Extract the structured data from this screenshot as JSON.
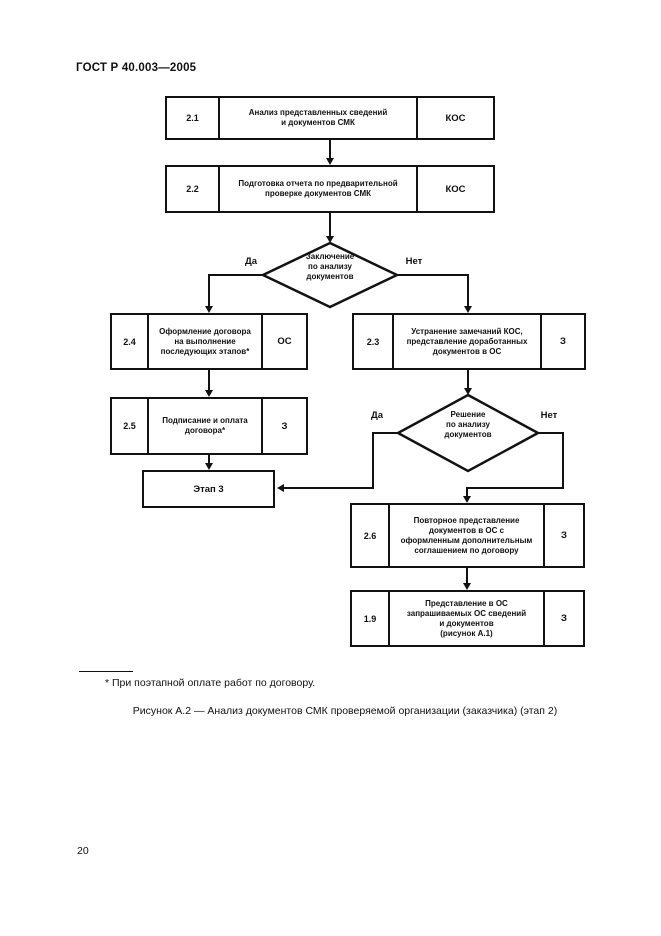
{
  "page": {
    "header": "ГОСТ Р 40.003—2005",
    "page_number": "20",
    "footnote": "* При поэтапной оплате работ по договору.",
    "caption": "Рисунок А.2 — Анализ документов СМК проверяемой организации (заказчика) (этап 2)"
  },
  "flowchart": {
    "box_2_1": {
      "num": "2.1",
      "text": "Анализ представленных сведений\nи документов СМК",
      "actor": "КОС"
    },
    "box_2_2": {
      "num": "2.2",
      "text": "Подготовка отчета по предварительной\nпроверке документов СМК",
      "actor": "КОС"
    },
    "decision_1": {
      "text": "Заключение\nпо анализу\nдокументов",
      "yes_label": "Да",
      "no_label": "Нет"
    },
    "box_2_4": {
      "num": "2.4",
      "text": "Оформление договора\nна выполнение\nпоследующих этапов*",
      "actor": "ОС"
    },
    "box_2_3": {
      "num": "2.3",
      "text": "Устранение замечаний КОС,\nпредставление доработанных\nдокументов в ОС",
      "actor": "З"
    },
    "box_2_5": {
      "num": "2.5",
      "text": "Подписание и оплата\nдоговора*",
      "actor": "З"
    },
    "decision_2": {
      "text": "Решение\nпо анализу\nдокументов",
      "yes_label": "Да",
      "no_label": "Нет"
    },
    "stage_box": {
      "text": "Этап 3"
    },
    "box_2_6": {
      "num": "2.6",
      "text": "Повторное представление\nдокументов в ОС с\nоформленным дополнительным\nсоглашением по договору",
      "actor": "З"
    },
    "box_1_9": {
      "num": "1.9",
      "text": "Представление в ОС\nзапрашиваемых ОС сведений\nи документов\n(рисунок А.1)",
      "actor": "З"
    }
  }
}
